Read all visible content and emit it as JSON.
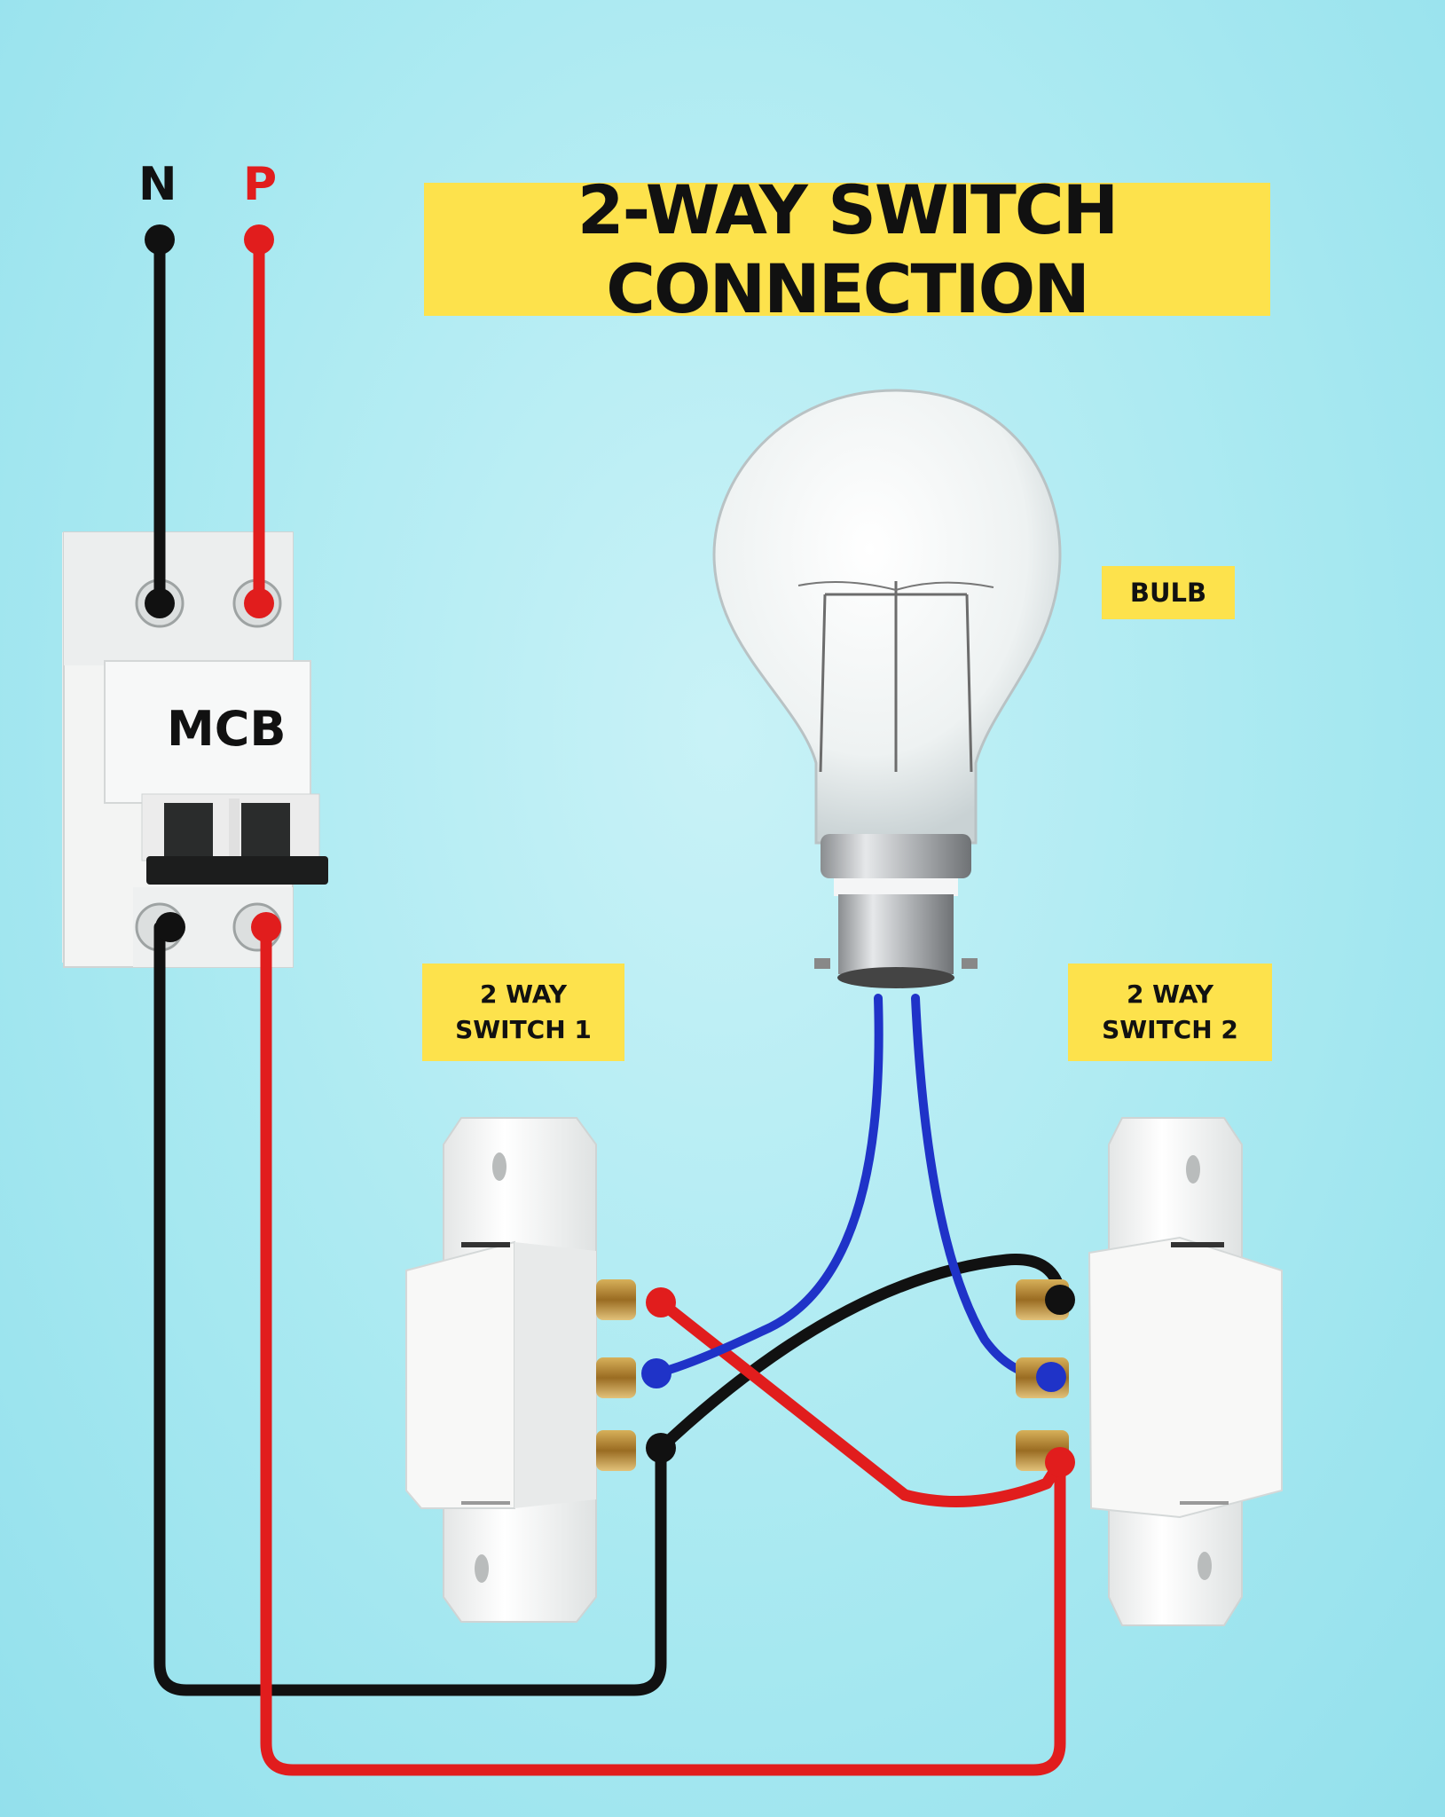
{
  "title": "2-WAY SWITCH CONNECTION",
  "terminals": {
    "neutral": "N",
    "phase": "P"
  },
  "mcb": {
    "label": "MCB"
  },
  "bulb": {
    "label": "BULB"
  },
  "switch1": {
    "line1": "2 WAY",
    "line2": "SWITCH 1"
  },
  "switch2": {
    "line1": "2 WAY",
    "line2": "SWITCH 2"
  },
  "colors": {
    "background": "#a9e9f1",
    "banner": "#fde24c",
    "neutral_wire": "#111111",
    "phase_wire": "#e11d1d",
    "bulb_wire": "#1f33c8",
    "switch_body": "#f7f7f5"
  }
}
